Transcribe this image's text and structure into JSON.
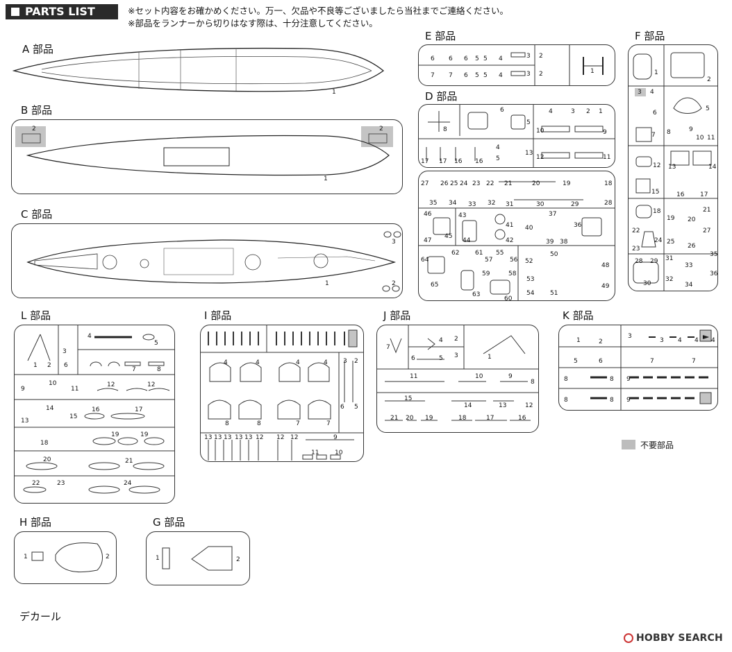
{
  "header": {
    "title": "PARTS LIST"
  },
  "notes": [
    "※セット内容をお確かめください。万一、欠品や不良等ございましたら当社までご連絡ください。",
    "※部品をランナーから切りはなす際は、十分注意してください。"
  ],
  "sections": {
    "A": "A 部品",
    "B": "B 部品",
    "C": "C 部品",
    "D": "D 部品",
    "E": "E 部品",
    "F": "F 部品",
    "L": "L 部品",
    "I": "I 部品",
    "J": "J 部品",
    "K": "K 部品",
    "H": "H 部品",
    "G": "G 部品"
  },
  "decal": "デカール",
  "legend": {
    "label": "不要部品"
  },
  "watermark": "HOBBY SEARCH",
  "parts": {
    "A": [
      "1"
    ],
    "B": [
      "2",
      "2",
      "1"
    ],
    "C": [
      "3",
      "2",
      "1"
    ],
    "E": [
      "6",
      "6",
      "6",
      "5",
      "5",
      "4",
      "3",
      "7",
      "7",
      "6",
      "5",
      "5",
      "4",
      "3",
      "2",
      "2",
      "1"
    ],
    "D": [
      "6",
      "8",
      "5",
      "4",
      "3",
      "2",
      "1",
      "10",
      "9",
      "17",
      "17",
      "16",
      "16",
      "4",
      "5",
      "13",
      "12",
      "11",
      "27",
      "26",
      "25",
      "24",
      "23",
      "22",
      "21",
      "20",
      "19",
      "18",
      "35",
      "34",
      "33",
      "32",
      "31",
      "30",
      "29",
      "28",
      "46",
      "43",
      "41",
      "37",
      "36",
      "40",
      "39",
      "38",
      "47",
      "45",
      "44",
      "42",
      "62",
      "61",
      "55",
      "57",
      "56",
      "64",
      "59",
      "58",
      "52",
      "50",
      "48",
      "65",
      "63",
      "60",
      "53",
      "51",
      "49",
      "54"
    ],
    "F": [
      "1",
      "2",
      "3",
      "4",
      "6",
      "5",
      "7",
      "8",
      "9",
      "10",
      "11",
      "12",
      "13",
      "14",
      "15",
      "16",
      "17",
      "18",
      "19",
      "20",
      "21",
      "22",
      "24",
      "23",
      "25",
      "26",
      "27",
      "28",
      "29",
      "31",
      "33",
      "35",
      "30",
      "32",
      "34",
      "36"
    ],
    "L": [
      "4",
      "5",
      "3",
      "1",
      "2",
      "6",
      "7",
      "8",
      "9",
      "10",
      "11",
      "12",
      "12",
      "13",
      "14",
      "15",
      "16",
      "17",
      "18",
      "19",
      "19",
      "20",
      "21",
      "22",
      "23",
      "24"
    ],
    "I": [
      "4",
      "4",
      "4",
      "4",
      "3",
      "2",
      "6",
      "5",
      "8",
      "8",
      "7",
      "7",
      "13",
      "13",
      "13",
      "13",
      "13",
      "12",
      "12",
      "12",
      "9",
      "11",
      "10"
    ],
    "J": [
      "7",
      "4",
      "2",
      "3",
      "6",
      "5",
      "1",
      "11",
      "10",
      "9",
      "8",
      "15",
      "14",
      "13",
      "12",
      "21",
      "20",
      "19",
      "18",
      "17",
      "16"
    ],
    "K": [
      "1",
      "2",
      "3",
      "3",
      "4",
      "4",
      "4",
      "5",
      "6",
      "7",
      "7",
      "8",
      "8",
      "9",
      "8",
      "8",
      "9"
    ],
    "H": [
      "1",
      "2"
    ],
    "G": [
      "1",
      "2"
    ]
  }
}
